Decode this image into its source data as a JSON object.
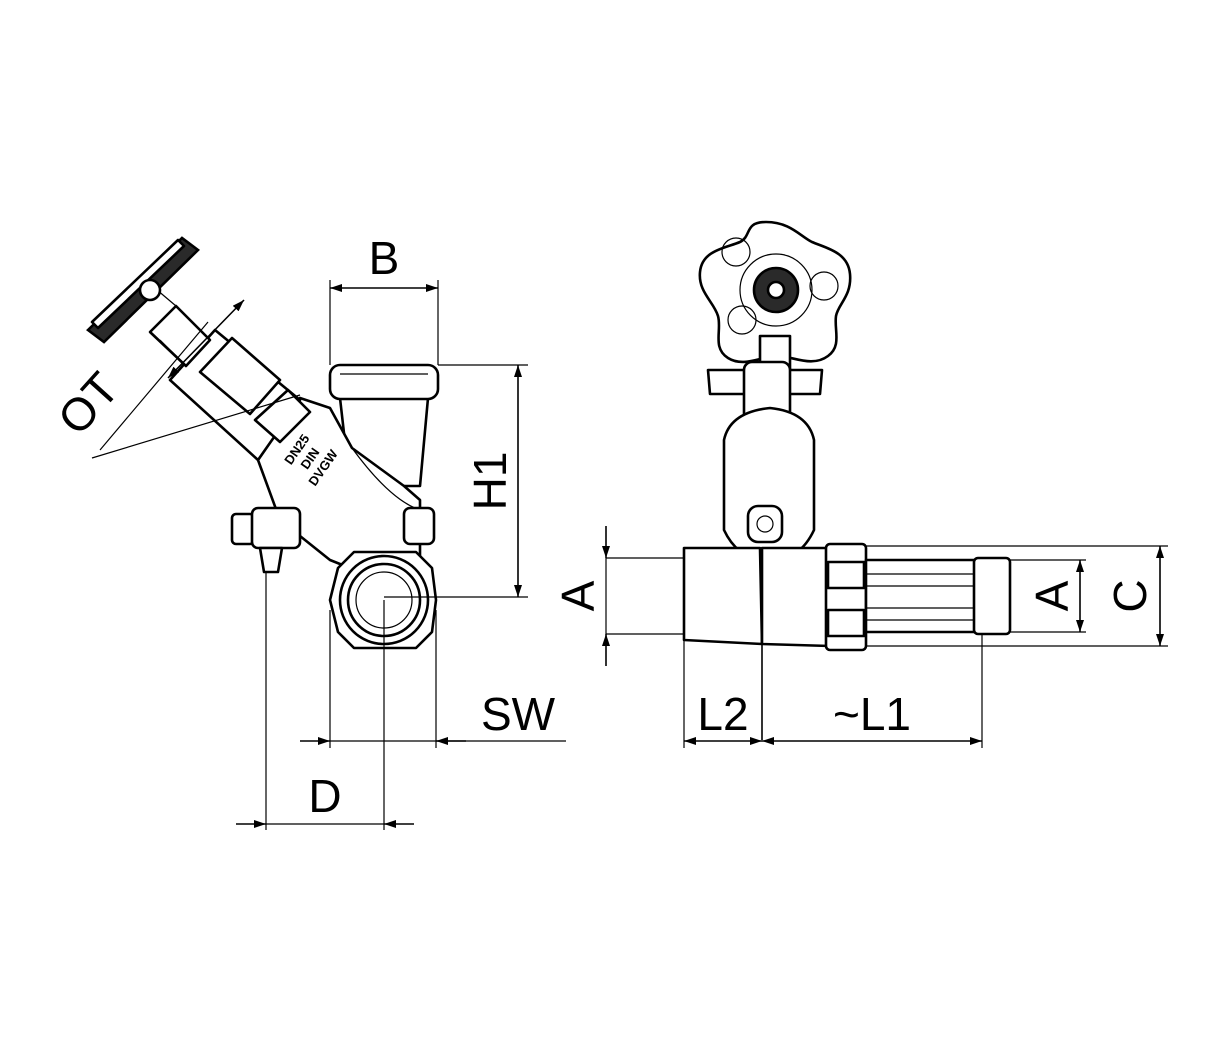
{
  "dimensions": {
    "b": "B",
    "ot": "OT",
    "h1": "H1",
    "sw": "SW",
    "d": "D",
    "a_left": "A",
    "l2": "L2",
    "l1": "~L1",
    "a_right": "A",
    "c": "C"
  },
  "body_marking": {
    "line1": "DN25",
    "line2": "DIN",
    "line3": "DVGW"
  }
}
